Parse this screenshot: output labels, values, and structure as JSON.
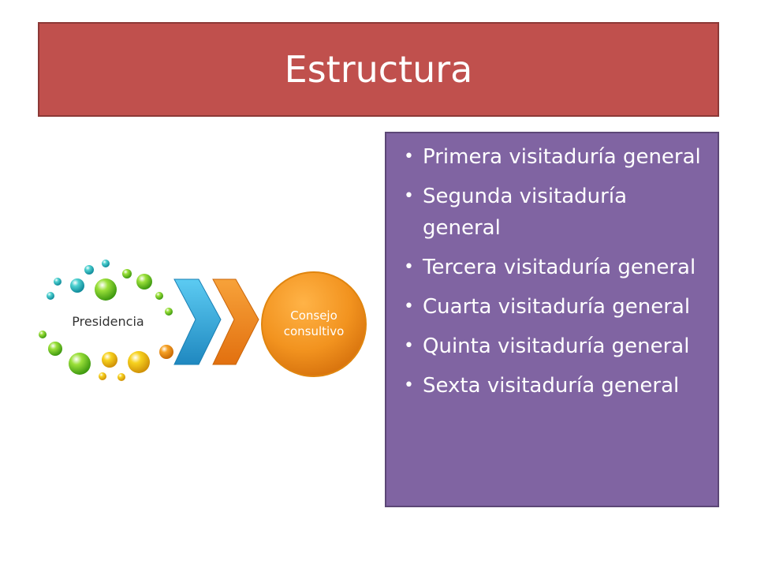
{
  "slide": {
    "title": "Estructura",
    "title_color": "#c0504d",
    "list_bg_color": "#8064a2"
  },
  "diagram": {
    "left_node": "Presidencia",
    "right_node_line1": "Consejo",
    "right_node_line2": "consultivo",
    "arrow1_color": "#31a5d6",
    "arrow2_color": "#f0861e",
    "circle_color": "#f2931f"
  },
  "list": {
    "items": [
      {
        "text": "Primera visitaduría general"
      },
      {
        "text": "Segunda visitaduría general"
      },
      {
        "text": "Tercera visitaduría general"
      },
      {
        "text": "Cuarta visitaduría general"
      },
      {
        "text": "Quinta visitaduría general"
      },
      {
        "text": "Sexta visitaduría general"
      }
    ]
  }
}
